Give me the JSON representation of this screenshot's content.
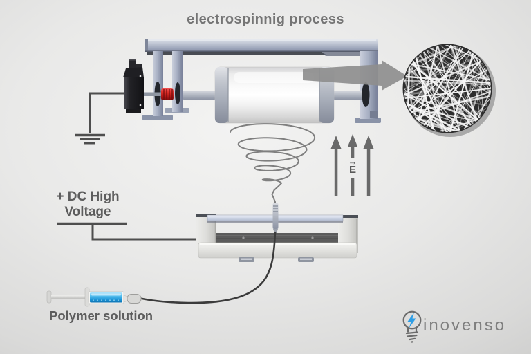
{
  "title": "electrospinnig process",
  "labels": {
    "voltage_line1": "+ DC High",
    "voltage_line2": "Voltage",
    "polymer_solution": "Polymer solution",
    "e_field": "E",
    "e_vector_arrow": "→"
  },
  "brand": {
    "name": "inovenso"
  },
  "icons": {
    "ground": "ground-icon",
    "field_arrows": "up-arrows-icon",
    "magnify_arrow": "zoom-arrow-icon",
    "lightbulb": "lightbulb-icon",
    "bolt": "lightning-bolt-icon"
  },
  "colors": {
    "background_center": "#f3f3f2",
    "background_edge": "#b0b0af",
    "title_text": "#757575",
    "label_text": "#5d5d5d",
    "steel_blue": "#a8b0c2",
    "coupling_red": "#c2251f",
    "liquid_blue": "#2fa6e4",
    "bolt_blue": "#2f9ee5",
    "wire_gray": "#4e4e4e",
    "arrow_gray": "#8e8e8e",
    "fiber_circle_bg": "#2d2d2d",
    "fiber_white": "#f7f7f7",
    "brand_text": "#7f7f7f"
  }
}
